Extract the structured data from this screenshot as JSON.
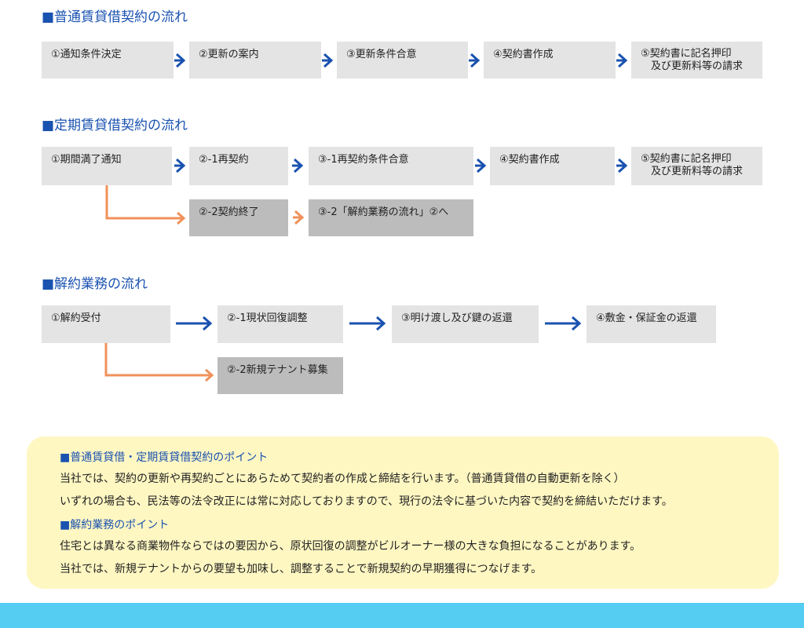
{
  "sections": {
    "normal": {
      "title": "■普通賃貸借契約の流れ",
      "steps": [
        "①通知条件決定",
        "②更新の案内",
        "③更新条件合意",
        "④契約書作成",
        "⑤契約書に記名押印\n　及び更新料等の請求"
      ]
    },
    "fixed": {
      "title": "■定期賃貸借契約の流れ",
      "steps": [
        "①期間満了通知",
        "②-1再契約",
        "③-1再契約条件合意",
        "④契約書作成",
        "⑤契約書に記名押印\n　及び更新料等の請求"
      ],
      "branch": [
        "②-2契約終了",
        "③-2「解約業務の流れ」②へ"
      ]
    },
    "cancel": {
      "title": "■解約業務の流れ",
      "steps": [
        "①解約受付",
        "②-1現状回復調整",
        "③明け渡し及び鍵の返還",
        "④敷金・保証金の返還"
      ],
      "branch": [
        "②-2新規テナント募集"
      ]
    }
  },
  "points": {
    "title1": "■普通賃貸借・定期賃貸借契約のポイント",
    "line1": "当社では、契約の更新や再契約ごとにあらためて契約者の作成と締結を行います。（普通賃貸借の自動更新を除く）",
    "line2": "いずれの場合も、民法等の法令改正には常に対応しておりますので、現行の法令に基づいた内容で契約を締結いただけます。",
    "title2": "■解約業務のポイント",
    "line3": "住宅とは異なる商業物件ならではの要因から、原状回復の調整がビルオーナー様の大きな負担になることがあります。",
    "line4": "当社では、新規テナントからの要望も加味し、調整することで新規契約の早期獲得につなげます。"
  },
  "colors": {
    "arrow_main": "#1a52b0",
    "arrow_branch": "#f0915a",
    "box": "#e4e4e4",
    "box_sub": "#bcbcbc",
    "note_bg": "#fff7c2",
    "footer": "#55ccf2"
  }
}
